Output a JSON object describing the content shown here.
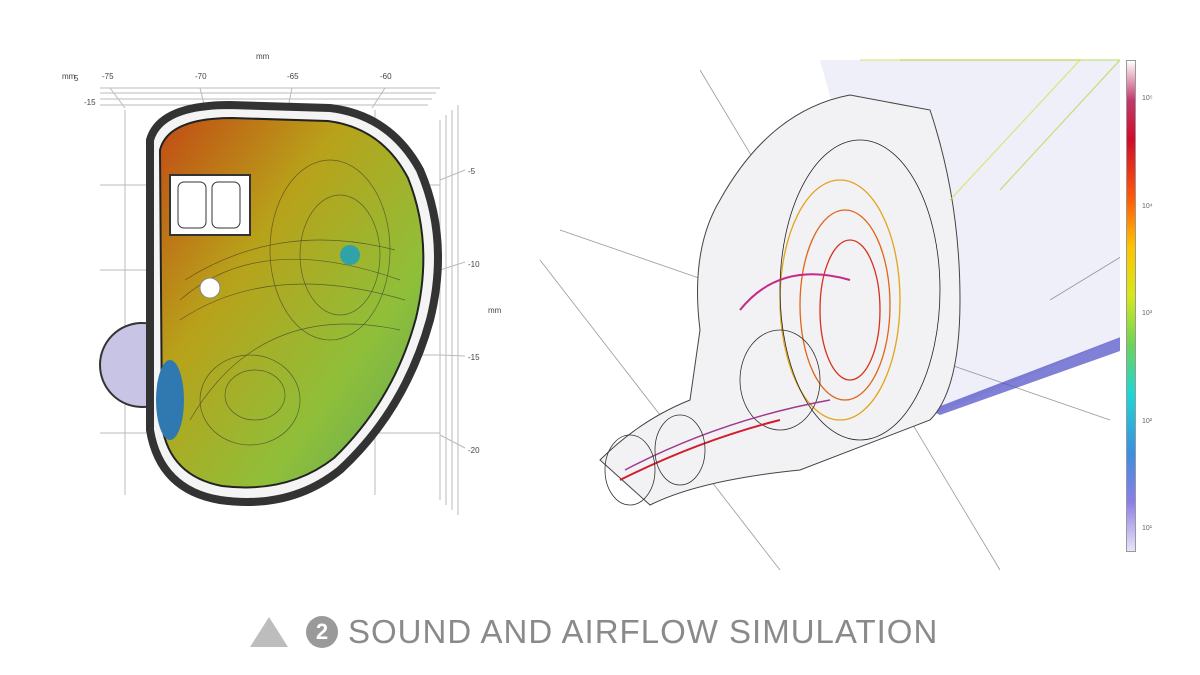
{
  "left_view": {
    "unit_top": "mm",
    "unit_left": "mm",
    "unit_right": "mm",
    "top_ticks": [
      "-75",
      "-70",
      "-65",
      "-60"
    ],
    "left_ticks": [
      "5",
      "-15"
    ],
    "right_ticks": [
      "-5",
      "-10",
      "-15",
      "-20"
    ]
  },
  "colorbar": {
    "labels": [
      "10⁵",
      "10⁴",
      "10³",
      "10²",
      "10¹"
    ]
  },
  "caption": {
    "number": "2",
    "text": "SOUND AND AIRFLOW SIMULATION"
  }
}
